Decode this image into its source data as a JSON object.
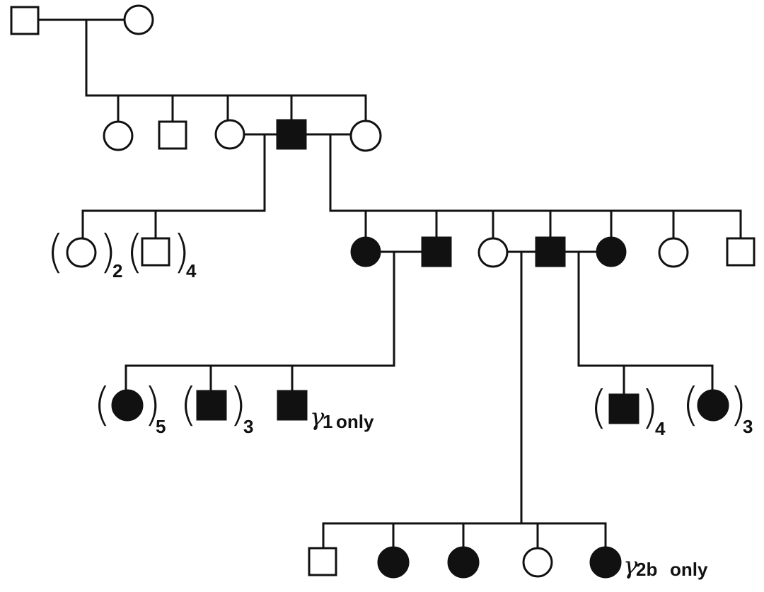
{
  "annotations": {
    "count_gen3_female": "2",
    "count_gen3_male": "4",
    "count_gen4_left_female": "5",
    "count_gen4_left_male": "3",
    "count_gen4_right_male": "4",
    "count_gen4_right_female": "3",
    "gamma1_note": "only",
    "gamma1_symbol": "γ",
    "gamma1_index": "1",
    "gamma2b_note": "only",
    "gamma2b_symbol": "γ",
    "gamma2b_index": "2b"
  },
  "colors": {
    "line": "#111111",
    "affected": "#111111",
    "unaffected": "#ffffff"
  }
}
